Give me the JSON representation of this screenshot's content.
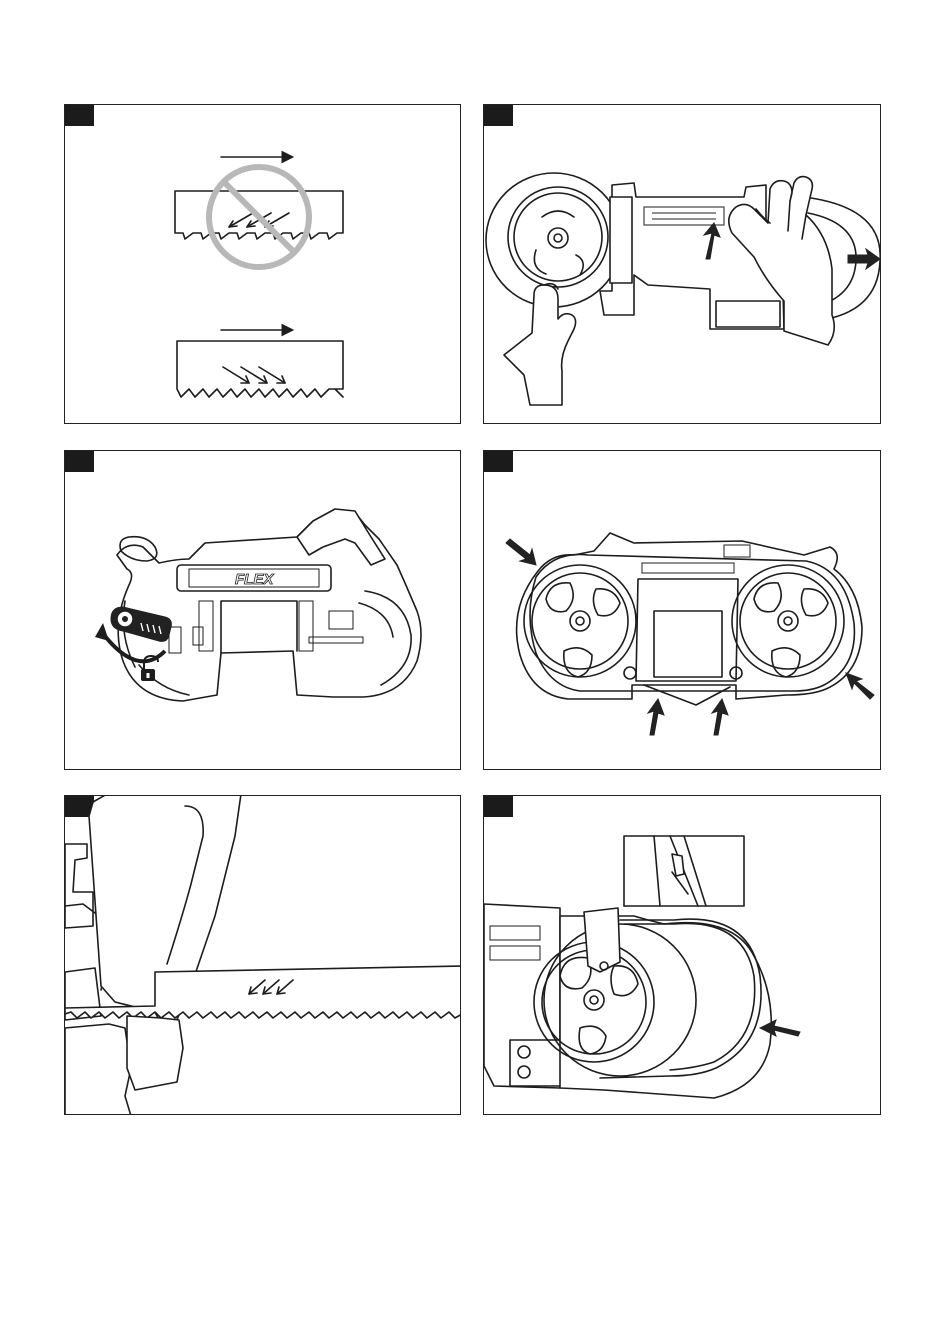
{
  "panels": [
    {
      "id": "panel-1"
    },
    {
      "id": "panel-2"
    },
    {
      "id": "panel-3",
      "logo_text": "FLEX"
    },
    {
      "id": "panel-4"
    },
    {
      "id": "panel-5"
    },
    {
      "id": "panel-6"
    }
  ],
  "icons": {
    "prohibition": "no-entry-circle-icon",
    "direction": "arrow-icon",
    "unlock": "padlock-unlocked-icon"
  },
  "colors": {
    "ink": "#1d1d1d",
    "prohibition_gray": "#b8b8b8",
    "tag": "#1b1b1b"
  }
}
